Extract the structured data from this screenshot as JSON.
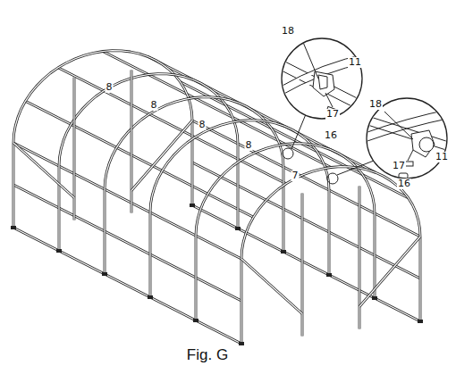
{
  "diagram": {
    "caption": "Fig. G",
    "labels": [
      "8",
      "8",
      "8",
      "8",
      "7",
      "18",
      "11",
      "17",
      "16",
      "18",
      "17",
      "11",
      "16"
    ]
  }
}
